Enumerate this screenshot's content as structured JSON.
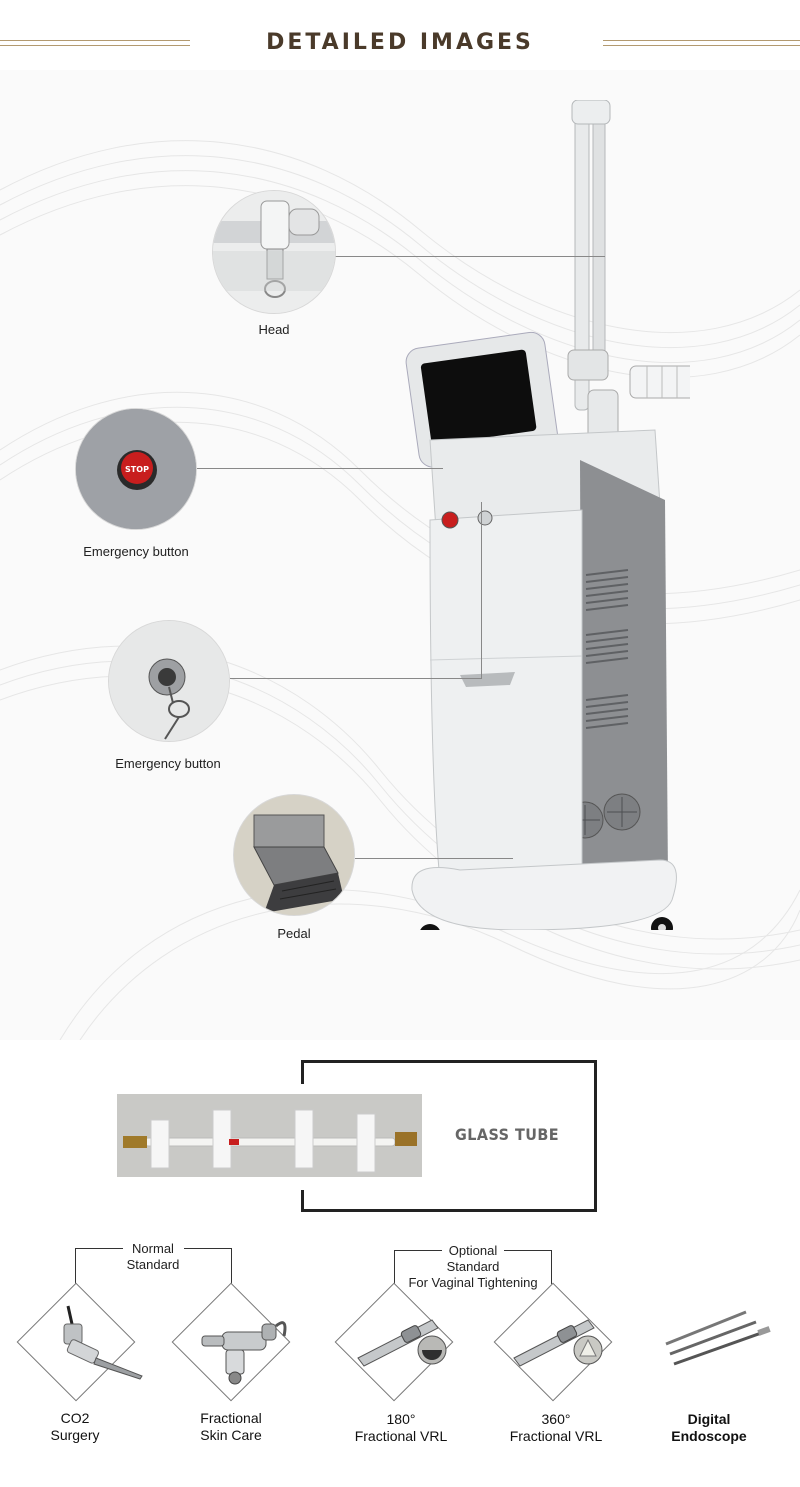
{
  "header": {
    "title": "DETAILED IMAGES"
  },
  "callouts": [
    {
      "id": "head",
      "label": "Head"
    },
    {
      "id": "emergency1",
      "label": "Emergency button"
    },
    {
      "id": "emergency2",
      "label": "Emergency button"
    },
    {
      "id": "pedal",
      "label": "Pedal"
    }
  ],
  "emergency_button_text": "STOP",
  "glass_tube": {
    "label": "GLASS TUBE"
  },
  "accessories": {
    "groups": [
      {
        "id": "normal",
        "lines": [
          "Normal",
          "Standard"
        ]
      },
      {
        "id": "optional",
        "lines": [
          "Optional",
          "Standard",
          "For Vaginal Tightening"
        ]
      }
    ],
    "items": [
      {
        "id": "co2",
        "lines": [
          "CO2",
          "Surgery"
        ],
        "icon": "co2-surgery-handpiece-icon"
      },
      {
        "id": "fractional",
        "lines": [
          "Fractional",
          "Skin Care"
        ],
        "icon": "fractional-handpiece-icon"
      },
      {
        "id": "vrl180",
        "lines": [
          "180°",
          "Fractional VRL"
        ],
        "icon": "vrl-180-probe-icon"
      },
      {
        "id": "vrl360",
        "lines": [
          "360°",
          "Fractional VRL"
        ],
        "icon": "vrl-360-probe-icon"
      },
      {
        "id": "endoscope",
        "lines": [
          "Digital",
          "Endoscope"
        ],
        "icon": "digital-endoscope-icon"
      }
    ]
  },
  "colors": {
    "header_text": "#4a3a2a",
    "header_rule": "#b39a70",
    "button_red": "#c81e1e",
    "machine_body": "#e9ebec",
    "machine_side": "#8d8f92"
  }
}
